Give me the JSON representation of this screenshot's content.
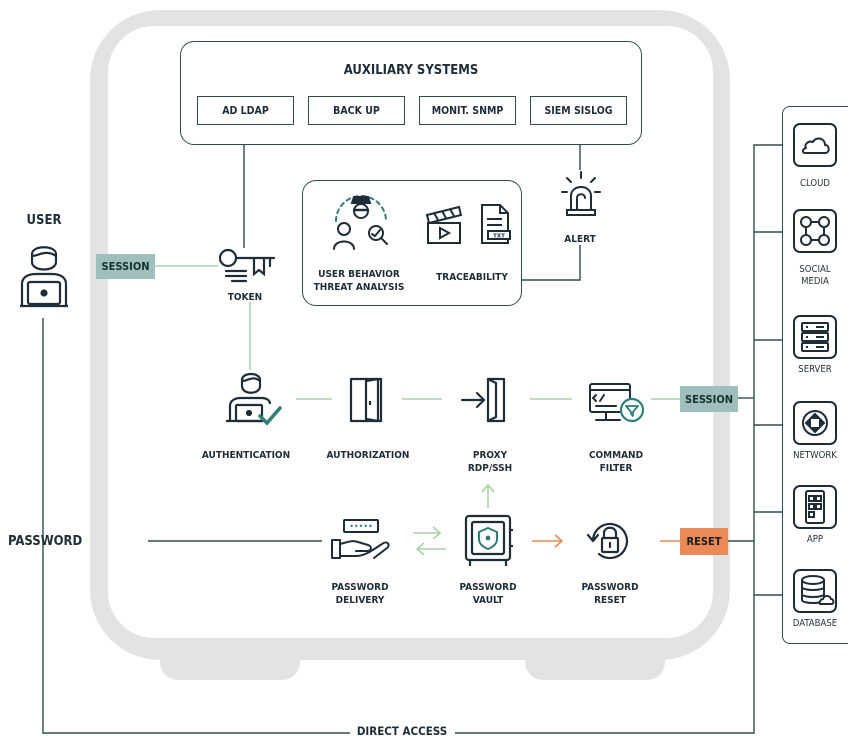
{
  "auxiliary": {
    "title": "AUXILIARY SYSTEMS",
    "systems": [
      "AD LDAP",
      "BACK UP",
      "MONIT. SNMP",
      "SIEM SISLOG"
    ]
  },
  "user": {
    "label": "USER"
  },
  "session_left": "SESSION",
  "session_right": "SESSION",
  "reset": "RESET",
  "token": "TOKEN",
  "alert": "ALERT",
  "analysis": {
    "behavior_line1": "USER BEHAVIOR",
    "behavior_line2": "THREAT ANALYSIS",
    "traceability": "TRACEABILITY"
  },
  "flow": {
    "authentication": "AUTHENTICATION",
    "authorization": "AUTHORIZATION",
    "proxy_line1": "PROXY",
    "proxy_line2": "RDP/SSH",
    "command_line1": "COMMAND",
    "command_line2": "FILTER"
  },
  "password": {
    "label": "PASSWORD",
    "delivery_line1": "PASSWORD",
    "delivery_line2": "DELIVERY",
    "vault_line1": "PASSWORD",
    "vault_line2": "VAULT",
    "reset_line1": "PASSWORD",
    "reset_line2": "RESET",
    "dots": "•••••"
  },
  "direct_access": "DIRECT ACCESS",
  "targets": {
    "cloud": "CLOUD",
    "social_line1": "SOCIAL",
    "social_line2": "MEDIA",
    "server": "SERVER",
    "network": "NETWORK",
    "app": "APP",
    "database": "DATABASE",
    "txt": "TXT"
  },
  "colors": {
    "frame": "#e3e3e3",
    "line_dark": "#2f4f4f",
    "line_green": "#a9d3a6",
    "session": "#9fbfbf",
    "reset": "#ec8a57"
  }
}
